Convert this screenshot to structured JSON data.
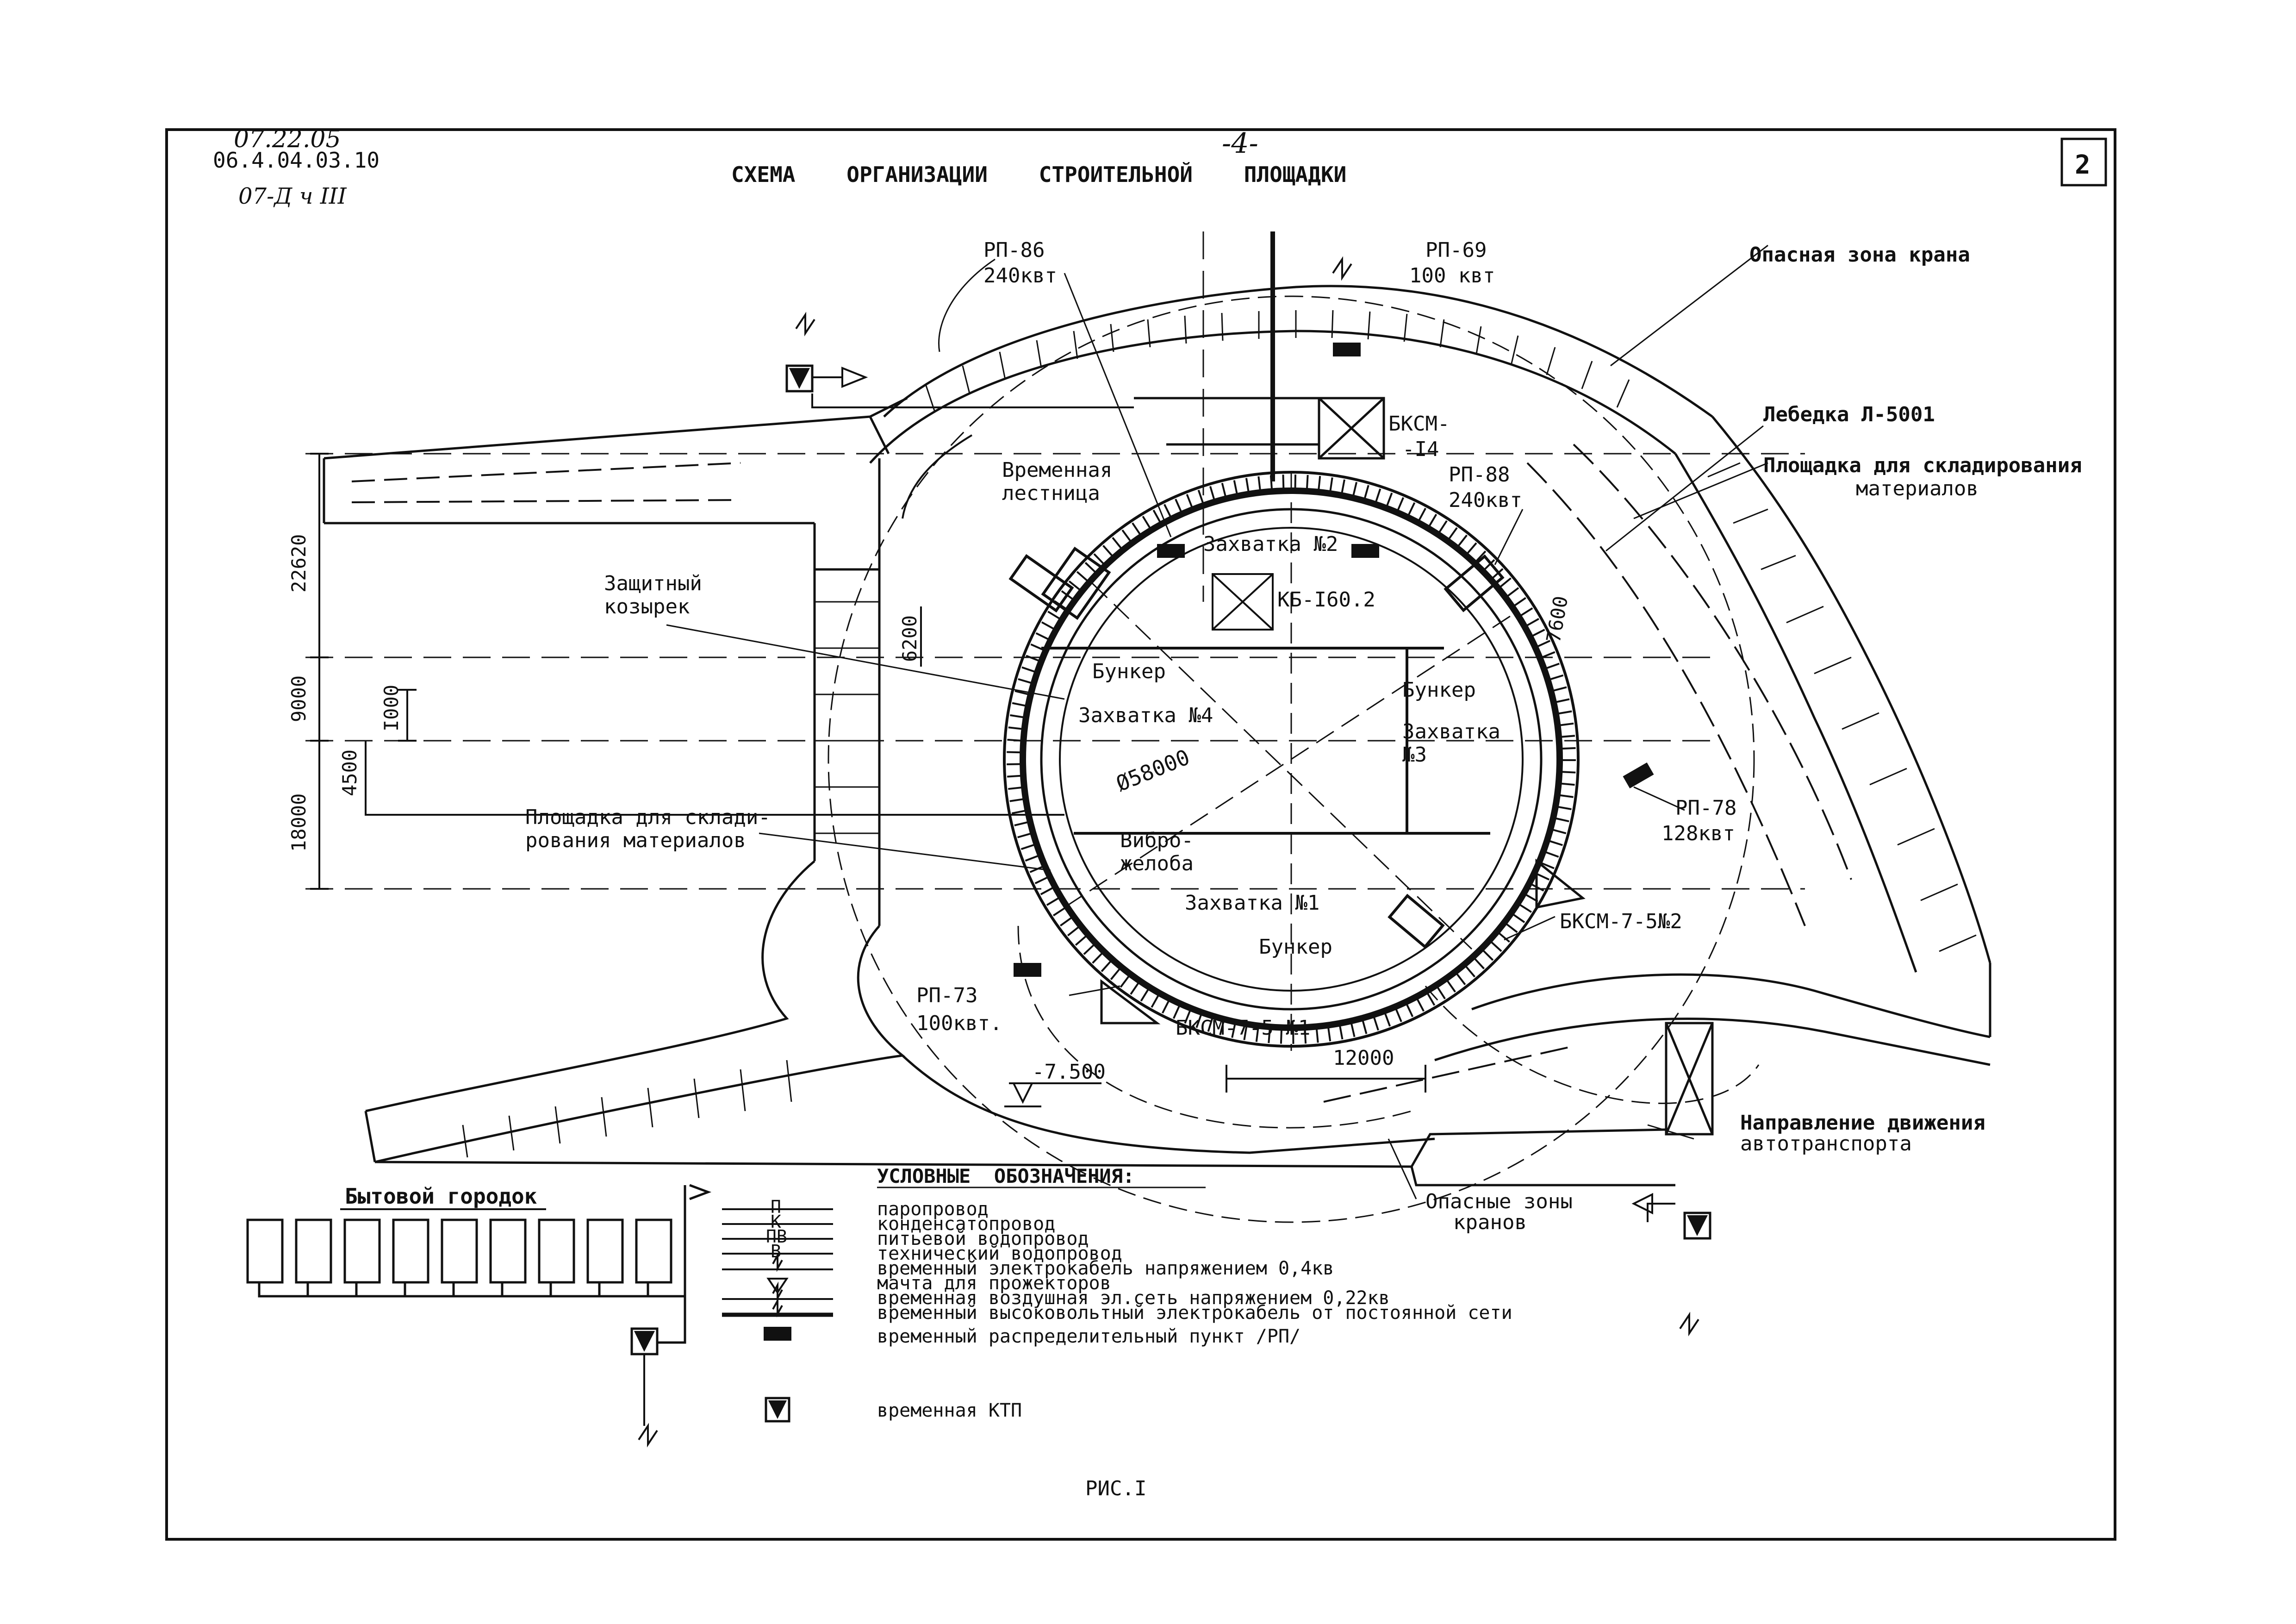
{
  "header": {
    "handwritten_code_1": "07.22.05",
    "doc_number": "06.4.04.03.10",
    "handwritten_code_2": "07-Д ч III",
    "page_number": "-4-",
    "title": "СХЕМА    ОРГАНИЗАЦИИ    СТРОИТЕЛЬНОЙ    ПЛОЩАДКИ",
    "sheet_number": "2"
  },
  "labels": {
    "rp86": "РП-86",
    "rp86_power": "240квт",
    "rp69": "РП-69",
    "rp69_power": "100 квт",
    "crane_zone": "Опасная зона крана",
    "winch": "Лебедка Л-5001",
    "storage_right_1": "Площадка для складирования",
    "storage_right_2": "материалов",
    "temp_stair_1": "Временная",
    "temp_stair_2": "лестница",
    "bksm14_1": "БКСМ-",
    "bksm14_2": "-I4",
    "rp88": "РП-88",
    "rp88_power": "240квт",
    "section2": "Захватка №2",
    "kb": "КБ-I60.2",
    "guard_1": "Защитный",
    "guard_2": "козырек",
    "bunker_1": "Бункер",
    "bunker_2": "Бункер",
    "bunker_3": "Бункер",
    "section4": "Захватка №4",
    "section3_1": "Захватка",
    "section3_2": "№3",
    "diameter": "Ø58000",
    "storage_left_1": "Площадка для склади-",
    "storage_left_2": "рования материалов",
    "vibro_1": "Вибро-",
    "vibro_2": "желоба",
    "section1": "Захватка №1",
    "rp78": "РП-78",
    "rp78_power": "128квт",
    "bksm75_2": "БКСМ-7-5№2",
    "rp73": "РП-73",
    "rp73_power": "100квт.",
    "bksm75_1": "БКСМ-7-5 №1",
    "dim_12000": "12000",
    "elev": "-7.500",
    "traffic_1": "Направление движения",
    "traffic_2": "автотранспорта",
    "crane_zones_1": "Опасные зоны",
    "crane_zones_2": "кранов",
    "camp": "Бытовой городок",
    "figure": "РИС.I"
  },
  "dimensions": {
    "d22620": "22620",
    "d9000": "9000",
    "d18000": "18000",
    "d1000": "I000",
    "d4500": "4500",
    "d6200": "6200",
    "d7600": "7600"
  },
  "legend": {
    "title": "УСЛОВНЫЕ  ОБОЗНАЧЕНИЯ:",
    "items": [
      {
        "code": "П",
        "text": "паропровод"
      },
      {
        "code": "К",
        "text": "конденсатопровод"
      },
      {
        "code": "ПВ",
        "text": "питьевой водопровод"
      },
      {
        "code": "В",
        "text": "технический водопровод"
      },
      {
        "code": "",
        "text": "временный электрокабель напряжением 0,4кв"
      },
      {
        "code": "",
        "text": "мачта для прожекторов"
      },
      {
        "code": "",
        "text": "временная воздушная эл.сеть напряжением 0,22кв"
      },
      {
        "code": "",
        "text": "временный высоковольтный электрокабель от постоянной сети"
      },
      {
        "code": "",
        "text": "временный распределительный пункт /РП/"
      },
      {
        "code": "",
        "text": "временная КТП"
      }
    ]
  },
  "icons": [
    "ktp-icon",
    "floodlight-mast-icon",
    "distribution-point-icon",
    "cable-break-icon"
  ]
}
